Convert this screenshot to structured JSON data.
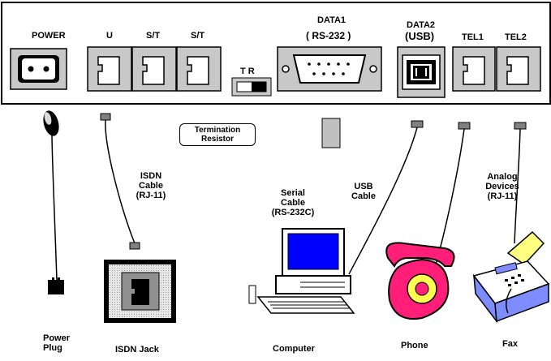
{
  "panel": {
    "power": "POWER",
    "u": "U",
    "st1": "S/T",
    "st2": "S/T",
    "tr": "T R",
    "data1": "DATA1",
    "data1_sub": "( RS-232 )",
    "data2": "DATA2",
    "data2_sub": "(USB)",
    "tel1": "TEL1",
    "tel2": "TEL2"
  },
  "callouts": {
    "termination_1": "Termination",
    "termination_2": "Resistor",
    "isdn_cable_1": "ISDN",
    "isdn_cable_2": "Cable",
    "isdn_cable_3": "(RJ-11)",
    "serial_cable_1": "Serial",
    "serial_cable_2": "Cable",
    "serial_cable_3": "(RS-232C)",
    "usb_cable_1": "USB",
    "usb_cable_2": "Cable",
    "analog_1": "Analog",
    "analog_2": "Devices",
    "analog_3": "(RJ-11)"
  },
  "devices": {
    "power_plug_1": "Power",
    "power_plug_2": "Plug",
    "isdn_jack": "ISDN Jack",
    "computer": "Computer",
    "phone": "Phone",
    "fax": "Fax"
  },
  "colors": {
    "port_fill": "#c8c8c8",
    "computer_screen": "#0000ff",
    "phone_body": "#ff1e78",
    "phone_dial": "#ffff50",
    "fax_body": "#7d8cff",
    "fax_paper": "#ffff80"
  }
}
